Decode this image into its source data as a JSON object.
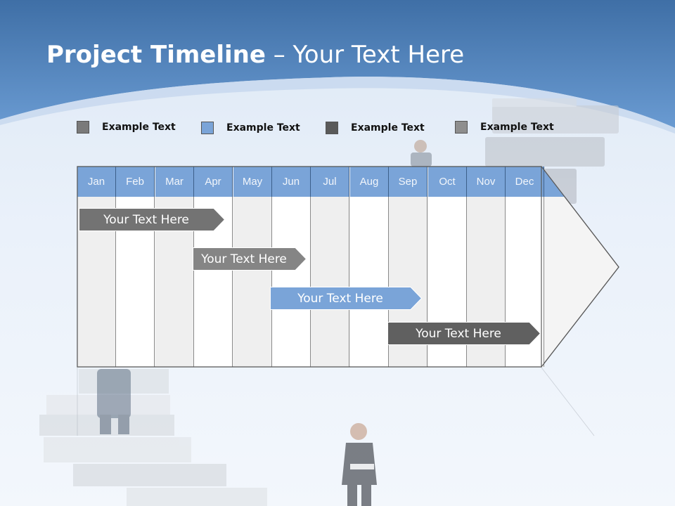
{
  "header": {
    "title_bold": "Project Timeline",
    "title_rest": " – Your Text Here",
    "band_color": "#5b8fc9"
  },
  "legend": [
    {
      "label": "Example Text",
      "color": "#7a7a7a"
    },
    {
      "label": "Example Text",
      "color": "#7aa4d8"
    },
    {
      "label": "Example Text",
      "color": "#5a5a5a"
    },
    {
      "label": "Example Text",
      "color": "#8e8e8e"
    }
  ],
  "timeline": {
    "months": [
      "Jan",
      "Feb",
      "Mar",
      "Apr",
      "May",
      "Jun",
      "Jul",
      "Aug",
      "Sep",
      "Oct",
      "Nov",
      "Dec"
    ],
    "header_color": "#7aa4d8",
    "tasks": [
      {
        "label": "Your  Text Here",
        "color": "#737373"
      },
      {
        "label": "Your  Text Here",
        "color": "#858585"
      },
      {
        "label": "Your  Text Here",
        "color": "#7aa4d8"
      },
      {
        "label": "Your  Text Here",
        "color": "#606060"
      }
    ]
  }
}
